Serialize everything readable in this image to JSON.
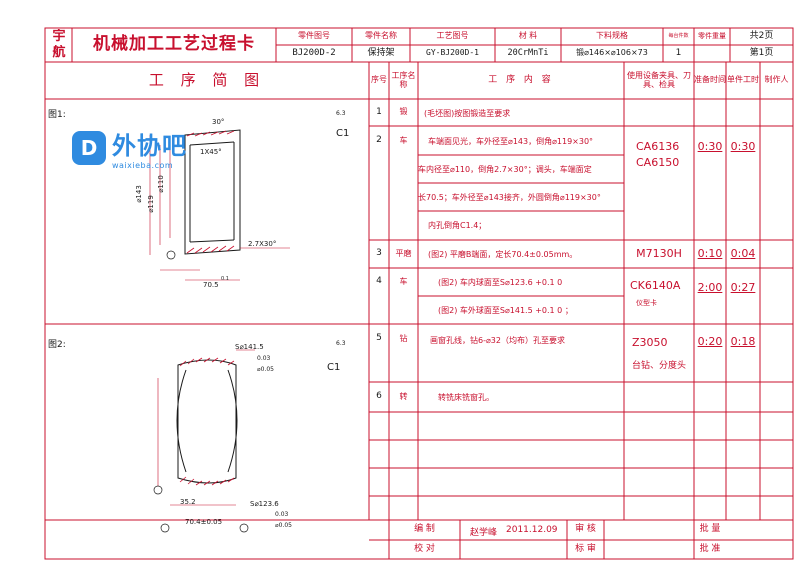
{
  "header": {
    "company_line1": "宇",
    "company_line2": "航",
    "card_title": "机械加工工艺过程卡",
    "part_no_label": "零件图号",
    "part_no": "BJ200D-2",
    "part_name_label": "零件名称",
    "part_name": "保持架",
    "process_no_label": "工艺图号",
    "process_no": "GY-BJ200D-1",
    "material_label": "材  料",
    "material": "20CrMnTi",
    "blank_spec_label": "下料规格",
    "blank_spec": "锻⌀146×⌀106×73",
    "qty_per_unit_label": "每台件数",
    "qty_per_unit": "1",
    "part_weight_label": "零件重量",
    "part_weight": "",
    "total_pages": "共2页",
    "page_no": "第1页"
  },
  "columns": {
    "sketch": "工 序 简 图",
    "seq": "序号",
    "op_name": "工序名称",
    "content": "工 序 内 容",
    "equipment": "使用设备夹具、刀具、检具",
    "prep_time": "准备时间",
    "unit_time": "单件工时",
    "author": "制作人"
  },
  "figures": [
    {
      "label": "图1:",
      "roughness": "6.3",
      "chamfer": "C1",
      "dims": [
        "30°",
        "1X45°",
        "⌀143",
        "⌀119",
        "⌀110",
        "2.7X30°",
        "70.5",
        "0.1"
      ]
    },
    {
      "label": "图2:",
      "roughness": "6.3",
      "chamfer": "C1",
      "dims": [
        "S⌀141.5",
        "0.03",
        "⌀0.05",
        "35.2",
        "70.4±0.05",
        "S⌀123.6",
        "0.03",
        "⌀0.05"
      ]
    }
  ],
  "operations": [
    {
      "seq": "1",
      "name": "锻",
      "lines": [
        "(毛坯图)按图锻造至要求"
      ],
      "equipment": [
        ""
      ],
      "prep": "",
      "unit": ""
    },
    {
      "seq": "2",
      "name": "车",
      "lines": [
        "车端面见光，车外径至⌀143，倒角⌀119×30°",
        "车内径至⌀110，倒角2.7×30°；调头，车端面定",
        "长70.5；车外径至⌀143接齐，外圆倒角⌀119×30°",
        "内孔倒角C1.4；"
      ],
      "equipment": [
        "CA6136",
        "CA6150"
      ],
      "prep": "0:30",
      "unit": "0:30"
    },
    {
      "seq": "3",
      "name": "平磨",
      "lines": [
        "(图2) 平磨B端面，定长70.4±0.05mm。"
      ],
      "equipment": [
        "M7130H"
      ],
      "prep": "0:10",
      "unit": "0:04"
    },
    {
      "seq": "4",
      "name": "车",
      "lines": [
        "(图2) 车内球面至S⌀123.6 +0.1 0",
        "(图2) 车外球面至S⌀141.5 +0.1 0 ；"
      ],
      "equipment": [
        "CK6140A",
        "仪型卡"
      ],
      "prep": "2:00",
      "unit": "0:27"
    },
    {
      "seq": "5",
      "name": "钻",
      "lines": [
        "画窗孔线，钻6-⌀32（均布）孔至要求"
      ],
      "equipment": [
        "Z3050",
        "台钻、分度头"
      ],
      "prep": "0:20",
      "unit": "0:18"
    },
    {
      "seq": "6",
      "name": "转",
      "lines": [
        "转铣床铣窗孔。"
      ],
      "equipment": [
        ""
      ],
      "prep": "",
      "unit": ""
    }
  ],
  "footer": {
    "compile_label": "编  制",
    "compiler": "赵学峰",
    "date": "2011.12.09",
    "review_label": "审  核",
    "check_label": "校  对",
    "standard_label": "标  审",
    "quantity_label": "批  量",
    "approve_label": "批  准"
  },
  "watermark": {
    "name": "外协吧",
    "url": "waixieba.com"
  },
  "colors": {
    "line": "#c8102e",
    "text": "#1a1a1a",
    "watermark": "#2f8be0"
  }
}
